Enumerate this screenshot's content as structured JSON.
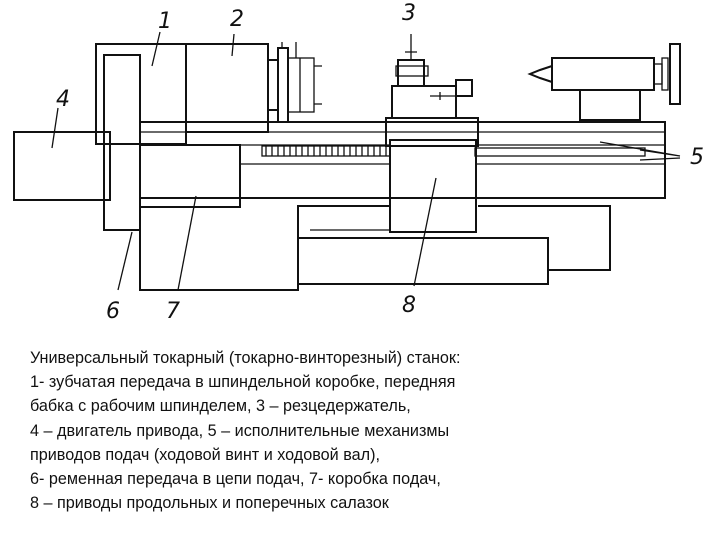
{
  "diagram": {
    "labels": {
      "l1": "1",
      "l2": "2",
      "l3": "3",
      "l4": "4",
      "l5": "5",
      "l6": "6",
      "l7": "7",
      "l8": "8"
    },
    "stroke_color": "#111111"
  },
  "caption": {
    "lines": [
      "Универсальный токарный (токарно-винторезный) станок:",
      " 1- зубчатая передача в шпиндельной коробке, передняя",
      " бабка с рабочим шпинделем, 3 – резцедержатель,",
      " 4 – двигатель привода, 5 – исполнительные механизмы",
      " приводов подач (ходовой винт и ходовой вал),",
      "6- ременная передача в цепи подач, 7- коробка подач,",
      "8 – приводы продольных и поперечных салазок"
    ]
  }
}
